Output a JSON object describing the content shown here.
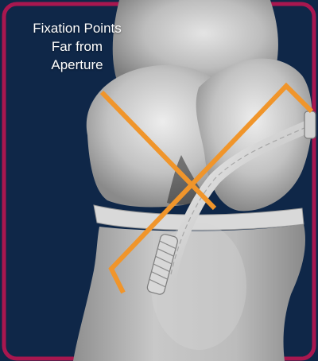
{
  "caption": {
    "line1": "Fixation Points",
    "line2": "Far from",
    "line3": "Aperture"
  },
  "colors": {
    "background": "#0f2748",
    "frame": "#a8174f",
    "marker": "#f0952b",
    "bone": "#c9c9c9"
  }
}
